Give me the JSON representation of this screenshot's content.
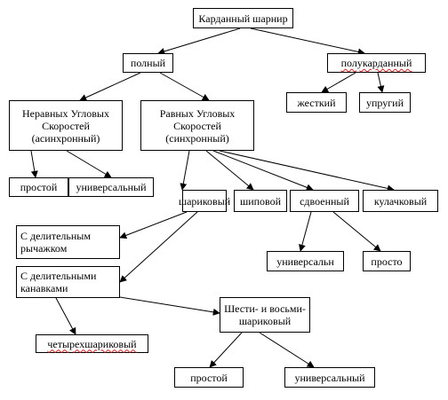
{
  "nodes": {
    "cardan": "Карданный шарнир",
    "full": "полный",
    "semi": "полукарданный",
    "rigid": "жесткий",
    "elastic": "упругий",
    "unequal": "Неравных Угловых\nСкоростей\n(асинхронный)",
    "equal": "Равных Угловых\nСкоростей\n(синхронный)",
    "simple1": "простой",
    "universal1": "универсальный",
    "ball": "шариковый",
    "pin": "шиповой",
    "double": "сдвоенный",
    "cam": "кулачковый",
    "divlever": "С делительным\nрычажком",
    "divgroove": "С делительными\nканавками",
    "universal2": "универсальн",
    "simple2": "просто",
    "fourball": "четырехшариковый",
    "sixeight": "Шести- и восьми-\nшариковый",
    "simple3": "простой",
    "universal3": "универсальный"
  },
  "colors": {
    "line": "#000000",
    "spellcheck_underline": "#d22020"
  }
}
